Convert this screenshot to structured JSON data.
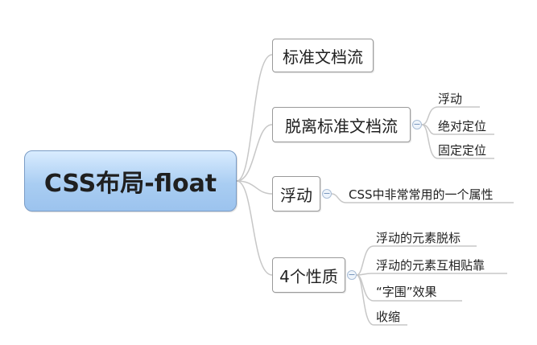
{
  "diagram": {
    "root": {
      "label": "CSS布局-float"
    },
    "topics": [
      {
        "label": "标准文档流",
        "children": []
      },
      {
        "label": "脱离标准文档流",
        "children": [
          "浮动",
          "绝对定位",
          "固定定位"
        ]
      },
      {
        "label": "浮动",
        "children": [
          "CSS中非常常用的一个属性"
        ]
      },
      {
        "label": "4个性质",
        "children": [
          "浮动的元素脱标",
          "浮动的元素互相贴靠",
          "“字围”效果",
          "收缩"
        ]
      }
    ],
    "toggle_symbol": "−"
  },
  "colors": {
    "root_fill": "#a9cdf2",
    "line": "#c7c7c7",
    "toggle": "#6f8fb8"
  }
}
